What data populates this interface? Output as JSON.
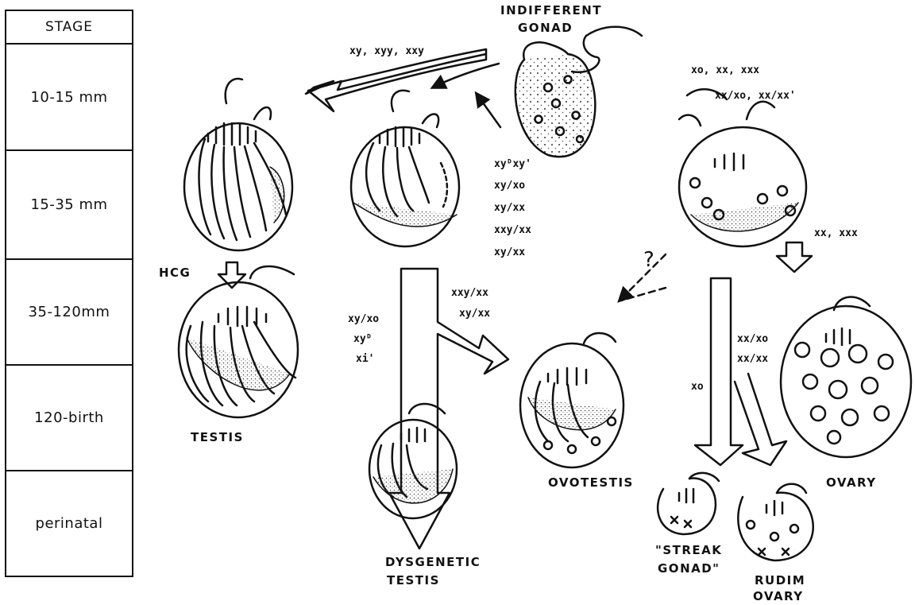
{
  "stage_table": {
    "header": "STAGE",
    "stages": [
      "10-15 mm",
      "15-35 mm",
      "35-120mm",
      "120-birth",
      "perinatal"
    ]
  },
  "gonads": {
    "indifferent": [
      "INDIFFERENT",
      "GONAD"
    ],
    "testis": "TESTIS",
    "dysgenetic": [
      "DYSGENETIC",
      "TESTIS"
    ],
    "ovotestis": "OVOTESTIS",
    "ovary": "OVARY",
    "streak": [
      "\"STREAK",
      "GONAD\""
    ],
    "rudim": [
      "RUDIM",
      "OVARY"
    ]
  },
  "labels": {
    "hcg": "HCG",
    "question": "?",
    "geno_top_left": "xy, xyy, xxy",
    "geno_top_right_1": "xo, xx, xxx",
    "geno_top_right_2": "xx/xo, xx/xx'",
    "geno_mid_list": [
      "xyᴰxy'",
      "xy/xo",
      "xy/xx",
      "xxy/xx",
      "xy/xx"
    ],
    "geno_left_branch": [
      "xy/xo",
      "xyᴰ",
      "xi'"
    ],
    "geno_right_branch": [
      "xxy/xx",
      "xy/xx"
    ],
    "geno_ovary_arrow": "xx, xxx",
    "geno_xo": "xo",
    "geno_xxxo": [
      "xx/xo",
      "xx/xx"
    ]
  }
}
